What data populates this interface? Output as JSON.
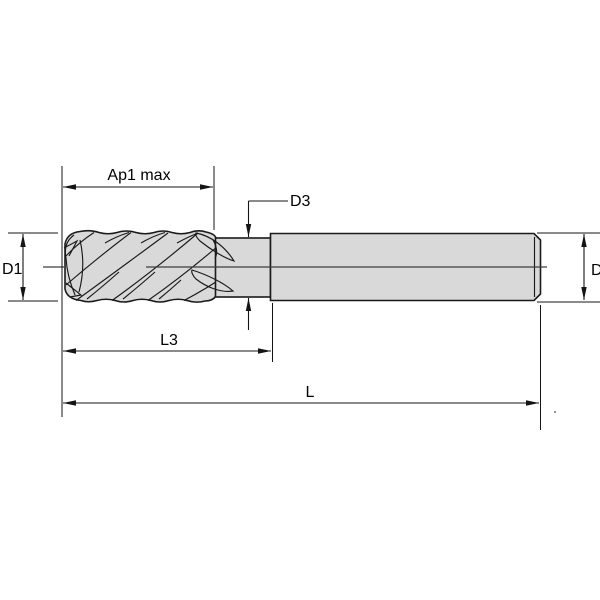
{
  "diagram": {
    "type": "technical-drawing",
    "subject": "end-mill-cutting-tool-side-view",
    "labels": {
      "ap1_max": "Ap1 max",
      "d3": "D3",
      "d1": "D1",
      "l3": "L3",
      "l": "L",
      "d": "D"
    },
    "colors": {
      "background": "#ffffff",
      "tool_fill": "#d9d9d9",
      "line": "#141414",
      "centerline": "#3d3d3d"
    }
  }
}
